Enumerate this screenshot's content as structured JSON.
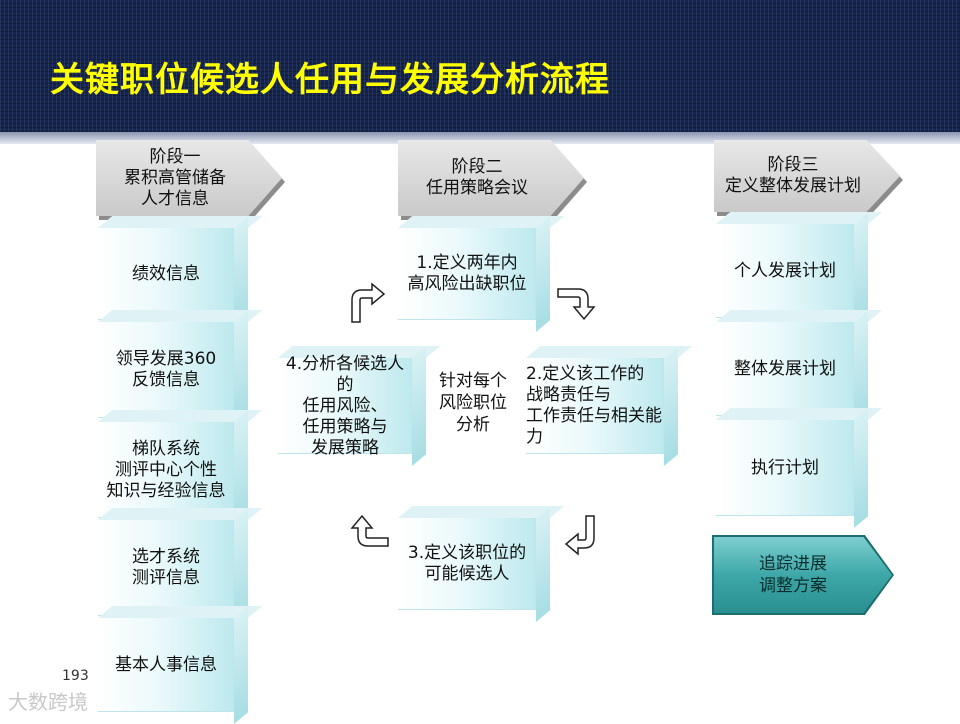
{
  "title": "关键职位候选人任用与发展分析流程",
  "stages": [
    {
      "label": "阶段一\n累积高管储备\n人才信息"
    },
    {
      "label": "阶段二\n任用策略会议"
    },
    {
      "label": "阶段三\n定义整体发展计划"
    }
  ],
  "stage1_items": [
    "绩效信息",
    "领导发展360\n反馈信息",
    "梯队系统\n测评中心个性\n知识与经验信息",
    "选才系统\n测评信息",
    "基本人事信息"
  ],
  "cycle_steps": [
    "1.定义两年内\n高风险出缺职位",
    "2.定义该工作的\n战略责任与\n工作责任与相关能力",
    "3.定义该职位的\n可能候选人",
    "4.分析各候选人的\n任用风险、\n任用策略与\n发展策略"
  ],
  "center_text": "针对每个\n风险职位\n分析",
  "stage3_items": [
    "个人发展计划",
    "整体发展计划",
    "执行计划"
  ],
  "track": "追踪进展\n调整方案",
  "page_number": "193",
  "watermark": "大数跨境"
}
